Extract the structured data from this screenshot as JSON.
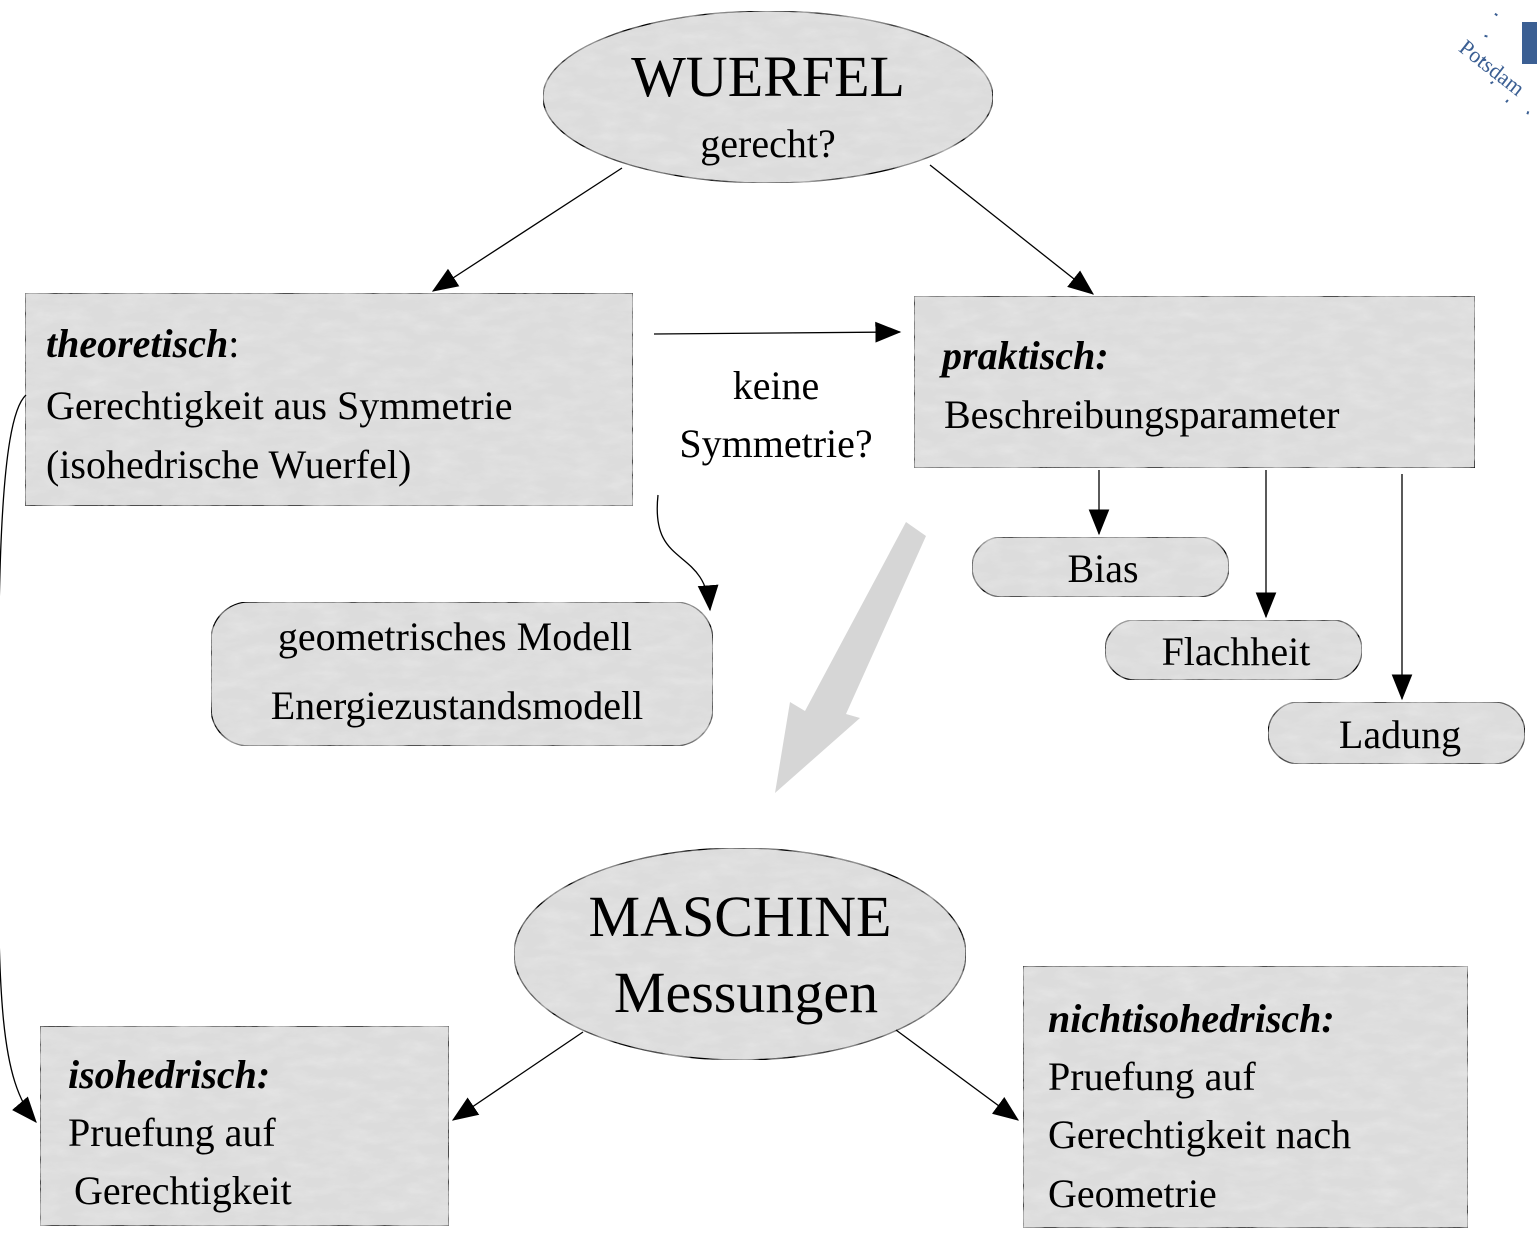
{
  "logo": {
    "text": "Potsdam"
  },
  "nodes": {
    "wuerfel": {
      "title": "WUERFEL",
      "subtitle": "gerecht?"
    },
    "theoretisch": {
      "heading": "theoretisch",
      "heading_suffix": ":",
      "line1": "Gerechtigkeit aus Symmetrie",
      "line2": "(isohedrische Wuerfel)"
    },
    "praktisch": {
      "heading": "praktisch:",
      "line1": "Beschreibungsparameter"
    },
    "keine_symmetrie": {
      "line1": "keine",
      "line2": "Symmetrie?"
    },
    "modelle": {
      "line1": "geometrisches Modell",
      "line2": "Energiezustandsmodell"
    },
    "bias": {
      "label": "Bias"
    },
    "flachheit": {
      "label": "Flachheit"
    },
    "ladung": {
      "label": "Ladung"
    },
    "maschine": {
      "title": "MASCHINE",
      "subtitle": "Messungen"
    },
    "isohedrisch": {
      "heading": "isohedrisch:",
      "line1": "Pruefung auf",
      "line2": "Gerechtigkeit"
    },
    "nichtisohedrisch": {
      "heading": "nichtisohedrisch:",
      "line1": "Pruefung auf",
      "line2": "Gerechtigkeit nach",
      "line3": "Geometrie"
    }
  },
  "colors": {
    "node_fill": "#dcdcdc",
    "big_arrow": "#d6d6d6",
    "logo_blue": "#3b5f93"
  }
}
